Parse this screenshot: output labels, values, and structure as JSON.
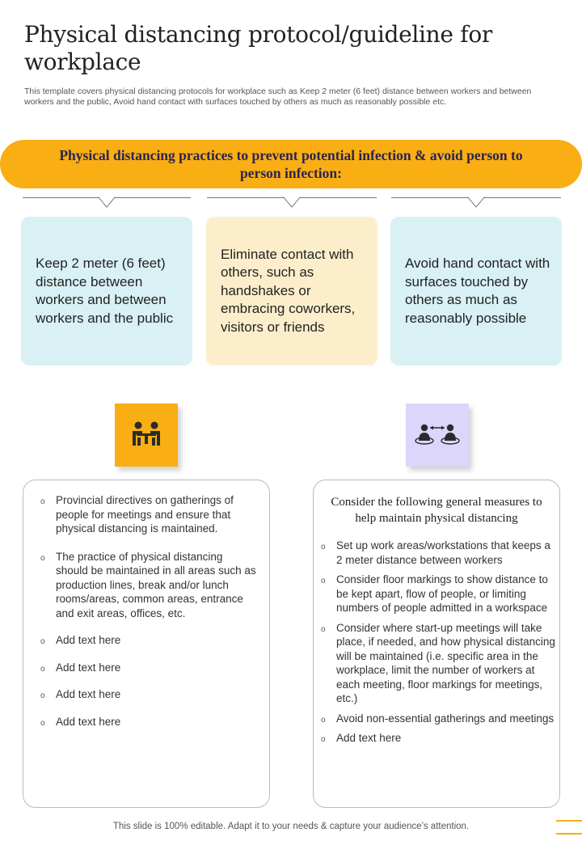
{
  "header": {
    "title": "Physical distancing protocol/guideline for workplace",
    "intro": "This template covers physical distancing protocols for workplace such as Keep 2 meter (6 feet) distance between workers and between workers and the public, Avoid hand contact with surfaces touched by others as much as reasonably possible etc."
  },
  "banner": {
    "text": "Physical distancing practices to prevent potential infection & avoid  person to person infection:"
  },
  "cards": [
    {
      "text": "Keep 2 meter (6 feet) distance between workers  and between workers and the public",
      "color": "#d9f1f4"
    },
    {
      "text": "Eliminate contact with others, such as handshakes or embracing coworkers, visitors or friends",
      "color": "#fdeecb"
    },
    {
      "text": "Avoid hand contact with surfaces touched by others as much as reasonably possible",
      "color": "#d9f1f4"
    }
  ],
  "icons": {
    "left": "meeting-table-icon",
    "right": "distance-between-people-icon"
  },
  "left_panel": {
    "items": [
      "Provincial directives on gatherings of people for meetings and ensure that physical distancing is maintained.",
      "The practice of physical distancing should be maintained in all areas such as production lines, break and/or lunch rooms/areas, common areas, entrance and exit areas, offices, etc.",
      "Add text here",
      "Add text here",
      "Add text here",
      "Add text here"
    ]
  },
  "right_panel": {
    "heading": "Consider the following  general measures to help maintain physical distancing",
    "items": [
      "Set up work areas/workstations that keeps a 2 meter distance between workers",
      "Consider floor markings to show distance to be kept apart, flow of people, or limiting numbers of people admitted in a workspace",
      "Consider where start-up meetings will take place, if needed, and how physical distancing will be maintained (i.e. specific area in the workplace, limit the number of workers at each meeting, floor markings for meetings, etc.)",
      "Avoid non-essential gatherings and meetings",
      "Add text here"
    ]
  },
  "bullet_marker": "o",
  "footer": {
    "text": "This slide is 100% editable. Adapt it to your needs & capture your audience’s attention."
  },
  "colors": {
    "accent": "#f9ae14",
    "title_navy": "#2a2550",
    "card_blue": "#d9f1f4",
    "card_cream": "#fdeecb",
    "lilac": "#dcd6fb"
  }
}
